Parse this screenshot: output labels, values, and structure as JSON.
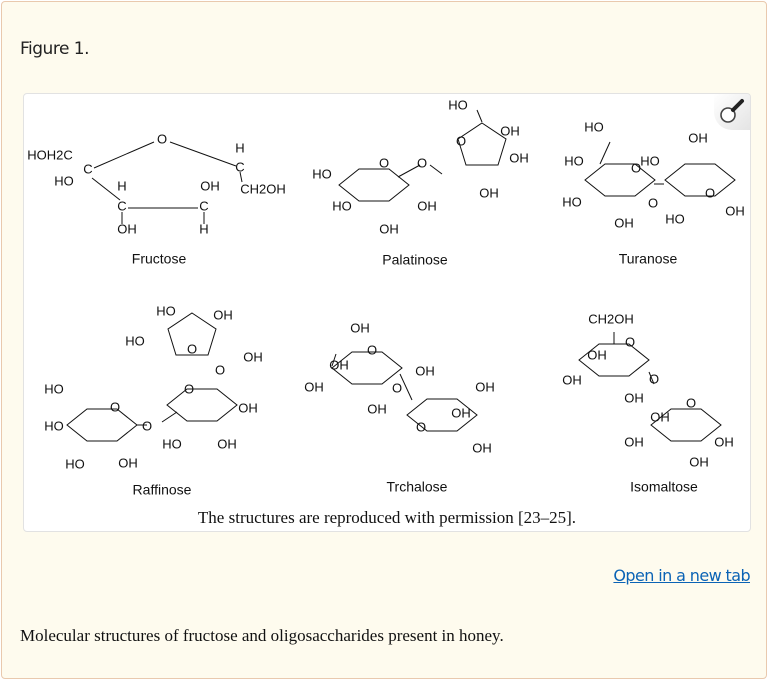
{
  "figure": {
    "label": "Figure 1.",
    "credit": "The structures are reproduced with permission [23–25].",
    "zoom_icon": "magnifier-icon",
    "molecules": [
      {
        "name": "Fructose",
        "atoms": [
          "O",
          "HOH2C",
          "HO",
          "C",
          "H",
          "C",
          "OH",
          "OH",
          "C",
          "H",
          "H",
          "C",
          "CH2OH"
        ]
      },
      {
        "name": "Palatinose",
        "atoms": [
          "HO",
          "OH",
          "O",
          "OH",
          "OH",
          "O",
          "O",
          "HO",
          "HO",
          "OH",
          "OH"
        ]
      },
      {
        "name": "Turanose",
        "atoms": [
          "HO",
          "OH",
          "HO",
          "HO",
          "O",
          "O",
          "HO",
          "O",
          "OH",
          "HO",
          "OH"
        ]
      },
      {
        "name": "Raffinose",
        "atoms": [
          "HO",
          "OH",
          "HO",
          "OH",
          "O",
          "O",
          "O",
          "HO",
          "O",
          "O",
          "OH",
          "HO",
          "HO",
          "OH",
          "HO",
          "OH"
        ]
      },
      {
        "name": "Trchalose",
        "atoms": [
          "OH",
          "O",
          "OH",
          "OH",
          "O",
          "OH",
          "OH",
          "OH",
          "O",
          "OH",
          "OH"
        ]
      },
      {
        "name": "Isomaltose",
        "atoms": [
          "CH2OH",
          "O",
          "OH",
          "OH",
          "O",
          "OH",
          "O",
          "OH",
          "OH",
          "OH",
          "OH"
        ]
      }
    ]
  },
  "link": {
    "open_new_tab": "Open in a new tab"
  },
  "caption": "Molecular structures of fructose and oligosaccharides present in honey.",
  "colors": {
    "panel_bg": "#fefbee",
    "panel_border": "#e9c9ae",
    "link": "#0b63b5"
  }
}
